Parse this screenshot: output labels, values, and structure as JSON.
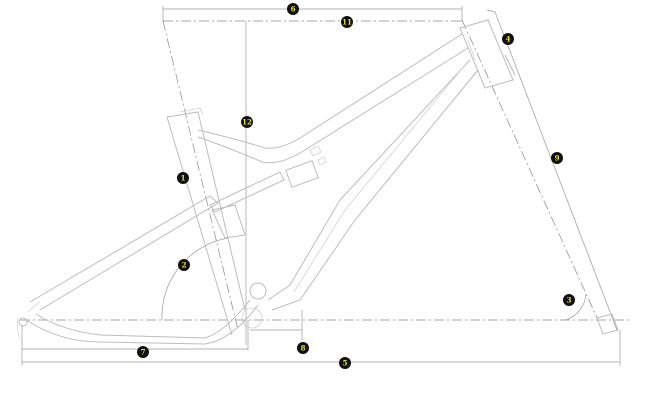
{
  "diagram": {
    "type": "bicycle-frame-geometry",
    "badges": [
      {
        "id": "6",
        "label": "6"
      },
      {
        "id": "11",
        "label": "11"
      },
      {
        "id": "4",
        "label": "4"
      },
      {
        "id": "12",
        "label": "12"
      },
      {
        "id": "9",
        "label": "9"
      },
      {
        "id": "1",
        "label": "1"
      },
      {
        "id": "2",
        "label": "2"
      },
      {
        "id": "3",
        "label": "3"
      },
      {
        "id": "7",
        "label": "7"
      },
      {
        "id": "8",
        "label": "8"
      },
      {
        "id": "5",
        "label": "5"
      }
    ],
    "colors": {
      "badge_fill": "#111111",
      "badge_text": "#e6e23a",
      "line": "#bdbdbd"
    }
  }
}
